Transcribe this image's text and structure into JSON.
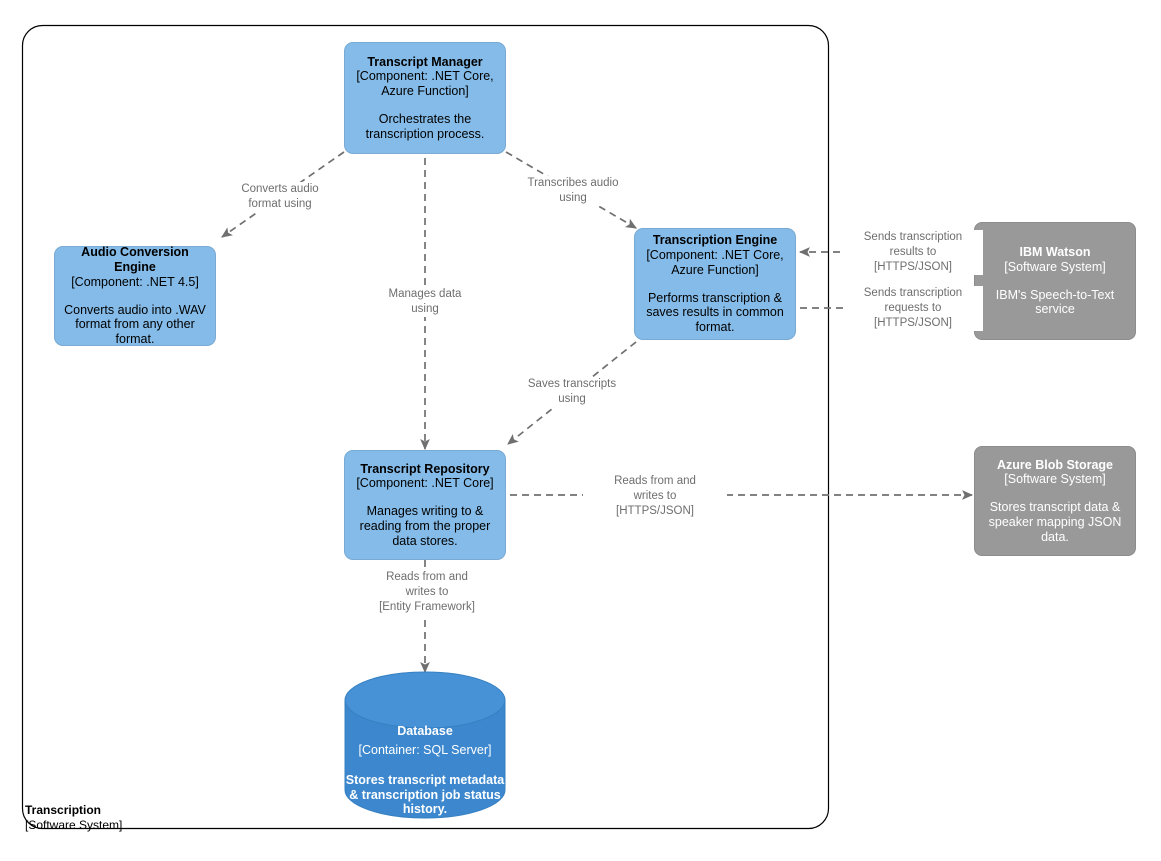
{
  "diagram": {
    "type": "c4-component-diagram",
    "boundary": {
      "name": "Transcription",
      "meta": "[Software System]"
    },
    "colors": {
      "component_fill": "#85BBE8",
      "component_border": "#78AAD4",
      "external_fill": "#999999",
      "external_border": "#8C8C8C",
      "database_fill": "#3C87CD",
      "database_top_fill": "#4791D6",
      "edge_line": "#707070",
      "edge_text": "#6E6E6E",
      "boundary_line": "#000000",
      "background": "#FFFFFF"
    },
    "nodes": [
      {
        "id": "transcript-manager",
        "kind": "component",
        "title": "Transcript Manager",
        "meta": "[Component: .NET Core, Azure Function]",
        "description": "Orchestrates the transcription process."
      },
      {
        "id": "audio-conversion-engine",
        "kind": "component",
        "title": "Audio Conversion Engine",
        "meta": "[Component: .NET 4.5]",
        "description": "Converts audio into .WAV format from any other format."
      },
      {
        "id": "transcription-engine",
        "kind": "component",
        "title": "Transcription Engine",
        "meta": "[Component: .NET Core, Azure Function]",
        "description": "Performs transcription & saves results in common format."
      },
      {
        "id": "ibm-watson",
        "kind": "external-system",
        "title": "IBM Watson",
        "meta": "[Software System]",
        "description": "IBM's Speech-to-Text service"
      },
      {
        "id": "transcript-repository",
        "kind": "component",
        "title": "Transcript Repository",
        "meta": "[Component: .NET Core]",
        "description": "Manages writing to & reading from the proper data stores."
      },
      {
        "id": "azure-blob-storage",
        "kind": "external-system",
        "title": "Azure Blob Storage",
        "meta": "[Software System]",
        "description": "Stores transcript data & speaker mapping JSON data."
      },
      {
        "id": "database",
        "kind": "database",
        "title": "Database",
        "meta": "[Container: SQL Server]",
        "description": "Stores transcript metadata & transcription job status history."
      }
    ],
    "edges": [
      {
        "id": "manager-to-audio",
        "from": "transcript-manager",
        "to": "audio-conversion-engine",
        "lines": [
          "Converts audio",
          "format using"
        ]
      },
      {
        "id": "manager-to-transcription",
        "from": "transcript-manager",
        "to": "transcription-engine",
        "lines": [
          "Transcribes audio",
          "using"
        ]
      },
      {
        "id": "manager-to-repository",
        "from": "transcript-manager",
        "to": "transcript-repository",
        "lines": [
          "Manages data",
          "using"
        ]
      },
      {
        "id": "transcription-to-repository",
        "from": "transcription-engine",
        "to": "transcript-repository",
        "lines": [
          "Saves transcripts",
          "using"
        ]
      },
      {
        "id": "watson-to-transcription",
        "from": "ibm-watson",
        "to": "transcription-engine",
        "lines": [
          "Sends transcription",
          "results to",
          "[HTTPS/JSON]"
        ]
      },
      {
        "id": "transcription-to-watson",
        "from": "transcription-engine",
        "to": "ibm-watson",
        "lines": [
          "Sends transcription",
          "requests to",
          "[HTTPS/JSON]"
        ]
      },
      {
        "id": "repository-to-blob",
        "from": "transcript-repository",
        "to": "azure-blob-storage",
        "lines": [
          "Reads from and",
          "writes to",
          "[HTTPS/JSON]"
        ]
      },
      {
        "id": "repository-to-database",
        "from": "transcript-repository",
        "to": "database",
        "lines": [
          "Reads from and",
          "writes to",
          "[Entity Framework]"
        ]
      }
    ]
  }
}
